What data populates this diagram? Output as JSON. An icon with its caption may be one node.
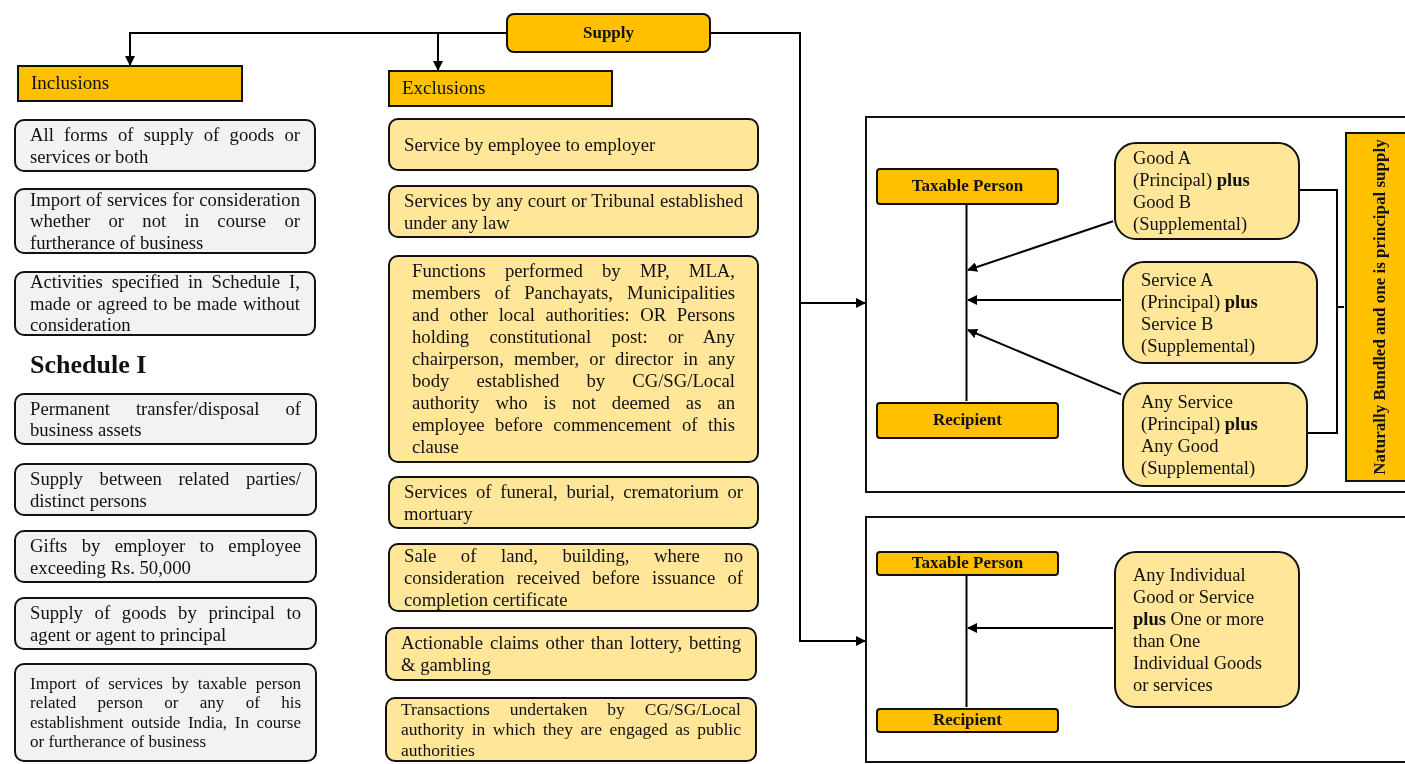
{
  "diagram": {
    "nodes": [
      {
        "text": [
          "Supply"
        ]
      },
      {
        "text": [
          "Inclusions"
        ]
      },
      {
        "text": [
          "Exclusions"
        ]
      },
      {
        "text": [
          "All forms of supply of goods or services or both"
        ]
      },
      {
        "text": [
          "Import of services for consideration whether or not in course or furtherance of business"
        ]
      },
      {
        "text": [
          "Activities specified in Schedule I, made or agreed to be made without consideration"
        ]
      },
      {
        "text": [
          "Permanent transfer/disposal of business assets"
        ]
      },
      {
        "text": [
          "Supply between related parties/ distinct persons"
        ]
      },
      {
        "text": [
          "Gifts by employer to employee exceeding Rs. 50,000"
        ]
      },
      {
        "text": [
          "Supply of goods by principal to agent or agent to principal"
        ]
      },
      {
        "text": [
          "Import of services by taxable person related person or any of his establishment outside India, In course or furtherance of business"
        ]
      },
      {
        "text": [
          "Service by employee to employer"
        ]
      },
      {
        "text": [
          "Services by any court or Tribunal established under any law"
        ]
      },
      {
        "text": [
          "Functions performed by MP, MLA, members of Panchayats, Municipalities and other local authorities: OR Persons holding constitutional post: or Any chairperson, member, or director in any body established by CG/SG/Local authority who is not deemed as an employee before commencement of this clause"
        ]
      },
      {
        "text": [
          "Services of funeral, burial, crematorium or mortuary"
        ]
      },
      {
        "text": [
          "Sale of land, building, where no consideration received before issuance of completion certificate"
        ]
      },
      {
        "text": [
          "Actionable claims other than lottery, betting & gambling"
        ]
      },
      {
        "text": [
          "Transactions undertaken by CG/SG/Local authority in which they are engaged as public authorities"
        ]
      },
      {
        "text": [],
        "shape": "box"
      },
      {
        "text": [
          "Taxable Person"
        ],
        "in": 18
      },
      {
        "text": [
          "Recipient"
        ],
        "in": 18
      },
      {
        "text": [
          "Good A (Principal) **plus** Good B (Supplemental)"
        ],
        "in": 18
      },
      {
        "text": [
          "Service A (Principal) **plus** Service B (Supplemental)"
        ],
        "in": 18
      },
      {
        "text": [
          "Any Service (Principal) **plus** Any Good (Supplemental)"
        ],
        "in": 18
      },
      {
        "text": [
          "Naturally Bundled and one is principal supply"
        ],
        "in": 18
      },
      {
        "text": [],
        "shape": "box"
      },
      {
        "text": [
          "Taxable Person"
        ],
        "in": 25
      },
      {
        "text": [
          "Recipient"
        ],
        "in": 25
      },
      {
        "text": [
          "Any Individual Good or Service **plus** One or more than One Individual Goods or services"
        ],
        "in": 25
      }
    ],
    "edges": [
      {
        "from": 0,
        "to": 1,
        "arrow": "to"
      },
      {
        "from": 0,
        "to": 2,
        "arrow": "to"
      },
      {
        "from": 0,
        "to": 18,
        "arrow": "to"
      },
      {
        "from": 0,
        "to": 25,
        "arrow": "to"
      },
      {
        "from": 19,
        "to": 20,
        "arrow": "none"
      },
      {
        "from": 21,
        "to": null,
        "arrow": "to"
      },
      {
        "from": 22,
        "to": null,
        "arrow": "to"
      },
      {
        "from": 23,
        "to": null,
        "arrow": "to"
      },
      {
        "from": 21,
        "to": 24,
        "arrow": "none"
      },
      {
        "from": 23,
        "to": 24,
        "arrow": "none"
      },
      {
        "from": 26,
        "to": 27,
        "arrow": "none"
      },
      {
        "from": 28,
        "to": null,
        "arrow": "to"
      }
    ],
    "labels": [
      "Schedule I"
    ]
  }
}
